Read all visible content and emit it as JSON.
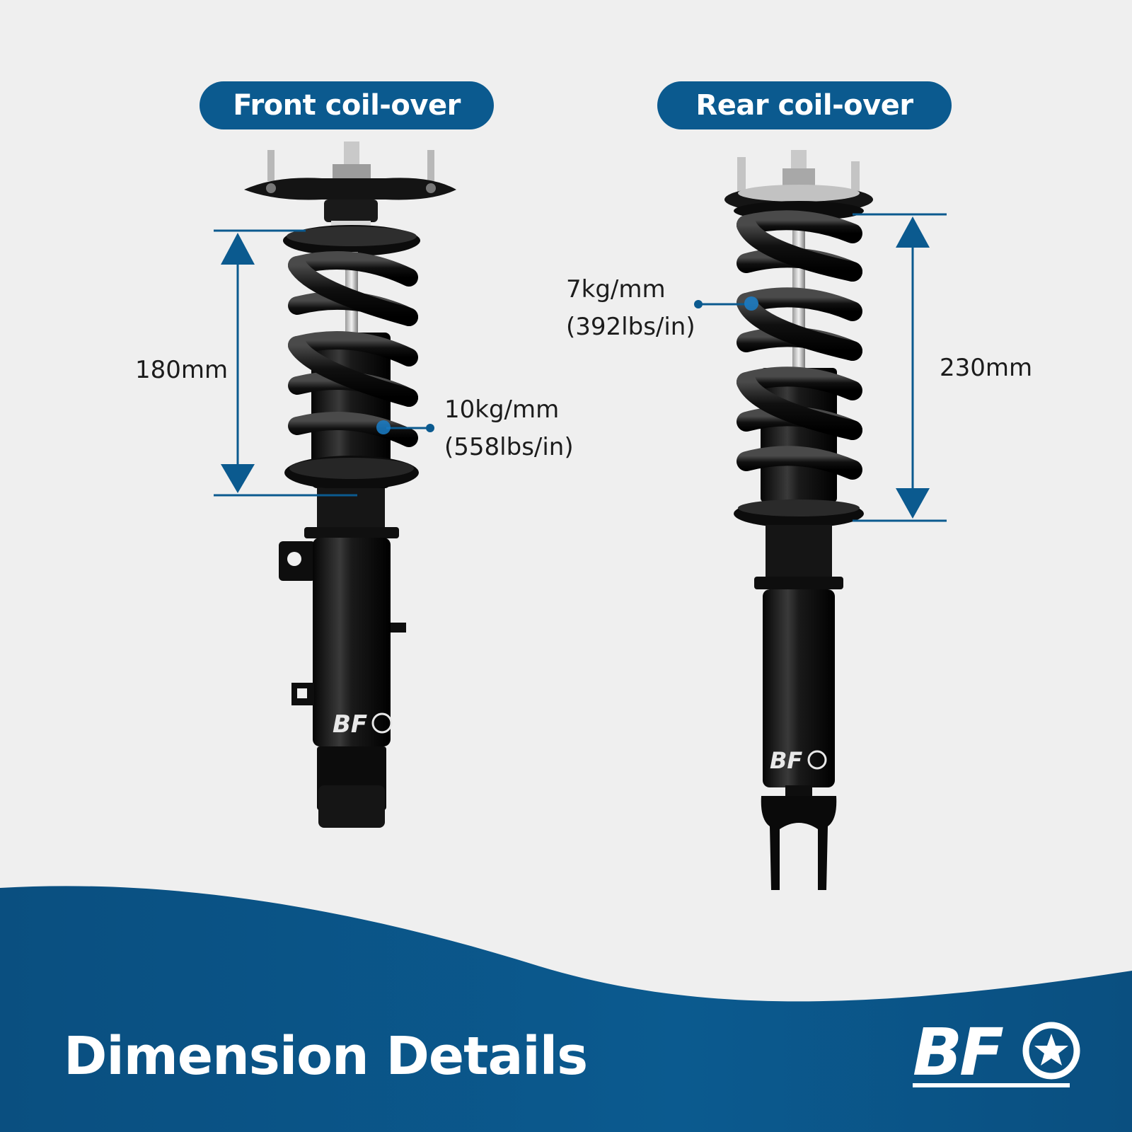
{
  "header": {
    "front_label": "Front coil-over",
    "rear_label": "Rear coil-over"
  },
  "front": {
    "height": "180mm",
    "rate_kg": "10kg/mm",
    "rate_lbs": "(558lbs/in)"
  },
  "rear": {
    "height": "230mm",
    "rate_kg": "7kg/mm",
    "rate_lbs": "(392lbs/in)"
  },
  "footer": {
    "title": "Dimension Details",
    "logo_text": "BF"
  },
  "product_logo_text": "BF",
  "colors": {
    "brand_blue": "#0b5a8f",
    "background": "#efefef",
    "strut_black": "#111111"
  }
}
